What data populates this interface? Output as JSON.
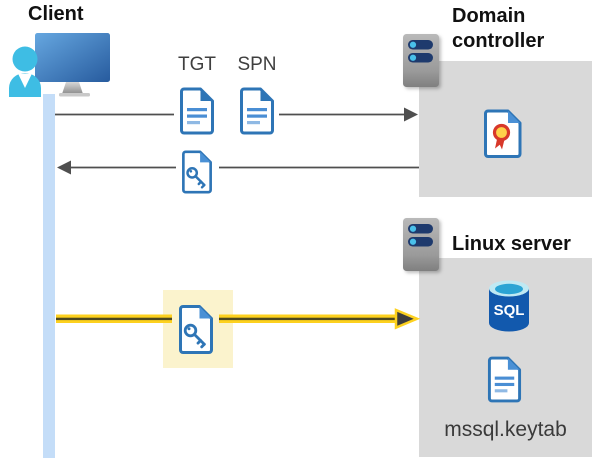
{
  "labels": {
    "client": "Client",
    "domain_controller": "Domain controller",
    "linux_server": "Linux server",
    "tgt": "TGT",
    "spn": "SPN",
    "sql": "SQL",
    "keytab_file": "mssql.keytab"
  },
  "icons": [
    "client-user-monitor-icon",
    "server-icon",
    "document-icon",
    "key-document-icon",
    "certificate-document-icon",
    "sql-database-icon",
    "arrow-right-icon",
    "arrow-left-icon",
    "yellow-arrow-right-icon"
  ],
  "colors": {
    "doc_border_blue": "#2e75b6",
    "doc_line_blue": "#4a8ed4",
    "doc_line_light": "#8fb9e4",
    "lifeline_blue": "#c4ddf8",
    "box_gray": "#d9d9d9",
    "arrow_gray": "#4f4f4f",
    "highlight_bg": "#fbf3cd",
    "arrow_yellow": "#fdd11f",
    "arrow_yellow_core": "#4d481f",
    "server_slot_navy": "#1e3a6d",
    "server_dot_cyan": "#49c0ea",
    "sql_body_blue": "#1259ad",
    "sql_top_cyan": "#2ba4d4",
    "cert_red": "#d8382a",
    "cert_gold": "#ffd24a",
    "person_cyan": "#3ebde4"
  }
}
